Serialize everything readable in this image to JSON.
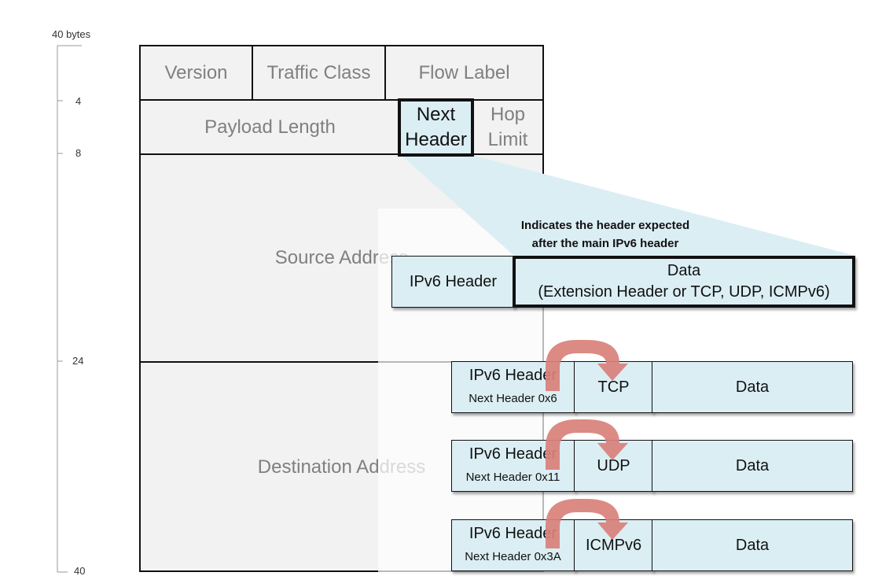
{
  "scale": {
    "ticks": [
      "40 bytes",
      "4",
      "8",
      "24",
      "40"
    ]
  },
  "header_fields": {
    "version": "Version",
    "traffic_class": "Traffic Class",
    "flow_label": "Flow Label",
    "payload_length": "Payload Length",
    "next_header_line1": "Next",
    "next_header_line2": "Header",
    "hop_limit_line1": "Hop",
    "hop_limit_line2": "Limit",
    "source_address": "Source Address",
    "destination_address": "Destination Address"
  },
  "callout": {
    "line1": "Indicates the header expected",
    "line2": "after the main IPv6 header"
  },
  "packet": {
    "header": "IPv6 Header",
    "data_line1": "Data",
    "data_line2": "(Extension Header or TCP, UDP, ICMPv6)"
  },
  "examples": [
    {
      "header": "IPv6 Header",
      "next_header": "Next Header 0x6",
      "protocol": "TCP",
      "data": "Data"
    },
    {
      "header": "IPv6 Header",
      "next_header": "Next Header 0x11",
      "protocol": "UDP",
      "data": "Data"
    },
    {
      "header": "IPv6 Header",
      "next_header": "Next Header 0x3A",
      "protocol": "ICMPv6",
      "data": "Data"
    }
  ],
  "colors": {
    "field_fill": "#f2f2f2",
    "highlight_fill": "#dbeef4",
    "callout_fill": "#dbeef4",
    "arrow": "#d9807a"
  }
}
